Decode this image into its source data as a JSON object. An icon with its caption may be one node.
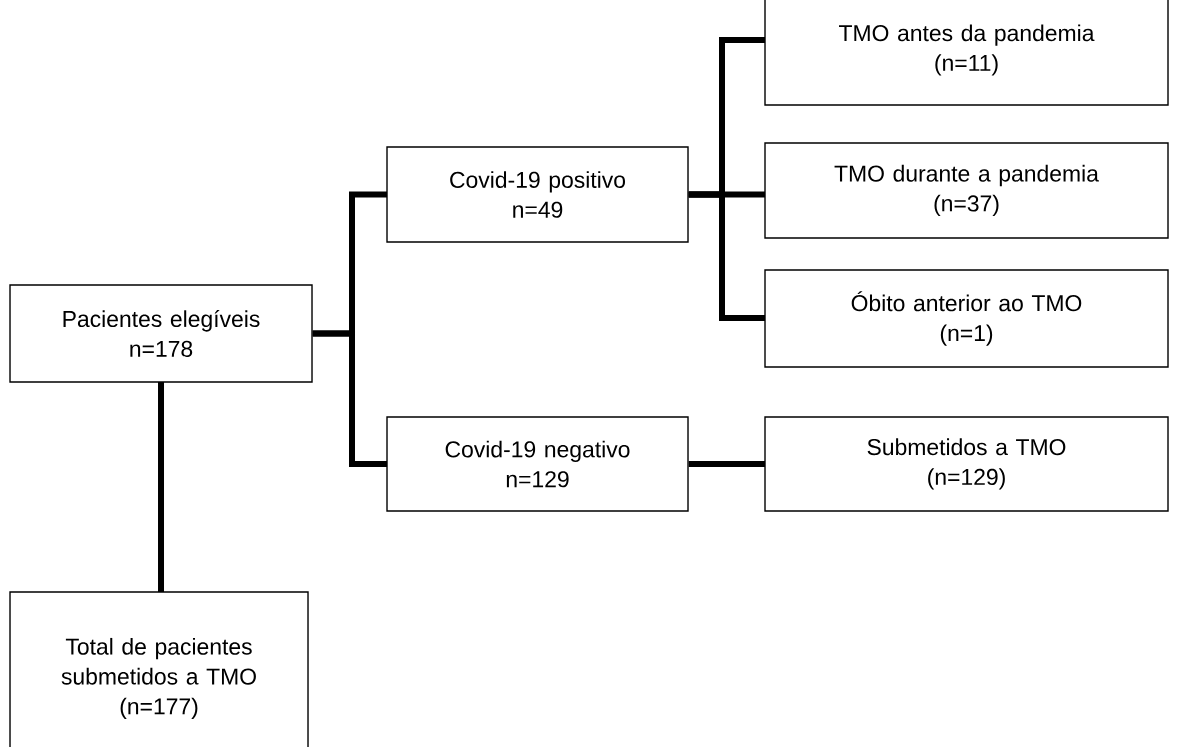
{
  "diagram": {
    "nodes": [
      {
        "text": [
          "Pacientes elegíveis",
          "n=178"
        ]
      },
      {
        "text": [
          "Covid-19 positivo",
          "n=49"
        ]
      },
      {
        "text": [
          "Covid-19 negativo",
          "n=129"
        ]
      },
      {
        "text": [
          "TMO antes da pandemia",
          "(n=11)"
        ]
      },
      {
        "text": [
          "TMO durante a pandemia",
          "(n=37)"
        ]
      },
      {
        "text": [
          "Óbito anterior ao TMO",
          "(n=1)"
        ]
      },
      {
        "text": [
          "Submetidos a TMO",
          "(n=129)"
        ]
      },
      {
        "text": [
          "Total de pacientes submetidos a TMO",
          "(n=177)"
        ]
      }
    ],
    "edges": [
      {
        "from": 0,
        "to": 1,
        "arrow": "none"
      },
      {
        "from": 0,
        "to": 2,
        "arrow": "none"
      },
      {
        "from": 1,
        "to": 3,
        "arrow": "none"
      },
      {
        "from": 1,
        "to": 4,
        "arrow": "none"
      },
      {
        "from": 1,
        "to": 5,
        "arrow": "none"
      },
      {
        "from": 2,
        "to": 6,
        "arrow": "none"
      },
      {
        "from": 0,
        "to": 7,
        "arrow": "none"
      }
    ]
  }
}
